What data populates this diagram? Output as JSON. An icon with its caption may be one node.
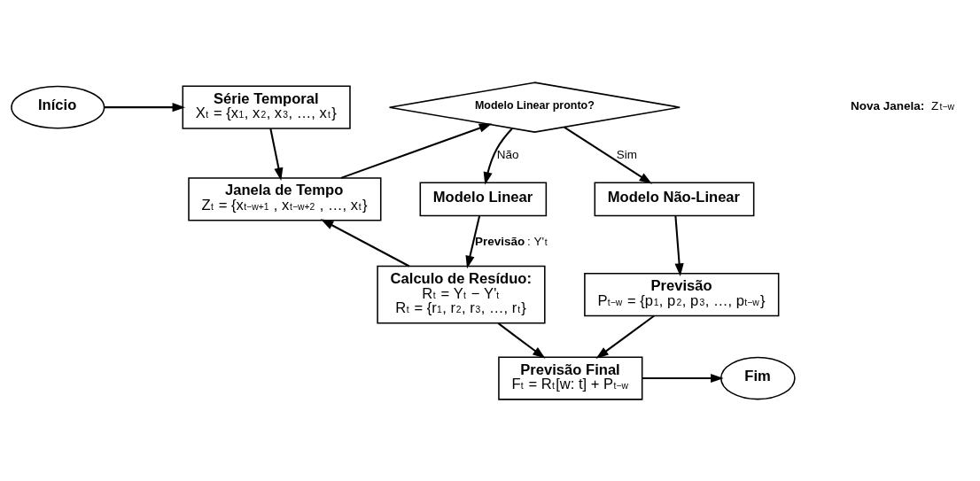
{
  "diagram": {
    "nodes": [
      {
        "text": [
          "Início"
        ]
      },
      {
        "text": [
          "Série Temporal",
          "X$_{t}$ = {x$_{1}$, x$_{2}$, x$_{3}$, …, x$_{t}$}"
        ]
      },
      {
        "text": [
          "Janela de Tempo",
          "Z$_{t}$ = {x$_{t−w+1}$ , x$_{t−w+2}$ , …, x$_{t}$}"
        ]
      },
      {
        "text": [
          "Modelo Linear pronto?"
        ]
      },
      {
        "text": [
          "Modelo Linear"
        ]
      },
      {
        "text": [
          "Modelo Não-Linear"
        ]
      },
      {
        "text": [
          "Calculo de Resíduo:",
          "R$_{t}$ = Y$_{t}$ − Y'$_{t}$",
          "R$_{t}$ = {r$_{1}$, r$_{2}$, r$_{3}$, …, r$_{t}$}"
        ]
      },
      {
        "text": [
          "Previsão",
          "P$_{t−w}$ = {p$_{1}$, p$_{2}$, p$_{3}$, …, p$_{t−w}$}"
        ]
      },
      {
        "text": [
          "Previsão Final",
          "F$_{t}$ = R$_{t}$[w: t] + P$_{t−w}$"
        ]
      },
      {
        "text": [
          "Fim"
        ]
      }
    ],
    "edges": [
      {
        "from": 0,
        "to": 1,
        "arrow": "to"
      },
      {
        "from": 1,
        "to": 2,
        "arrow": "to"
      },
      {
        "from": 2,
        "to": 3,
        "arrow": "to"
      },
      {
        "from": 3,
        "to": 4,
        "arrow": "to",
        "label": "Não"
      },
      {
        "from": 3,
        "to": 5,
        "arrow": "to",
        "label": "Sim"
      },
      {
        "from": 4,
        "to": 6,
        "arrow": "to",
        "label": "**Previsão**: Y'$_{t}$"
      },
      {
        "from": 6,
        "to": 2,
        "arrow": "to"
      },
      {
        "from": 5,
        "to": 7,
        "arrow": "to"
      },
      {
        "from": 6,
        "to": 8,
        "arrow": "to"
      },
      {
        "from": 7,
        "to": 8,
        "arrow": "to"
      },
      {
        "from": 8,
        "to": 9,
        "arrow": "to"
      }
    ],
    "labels": [
      "**Nova Janela:** Z$_{t−w}$"
    ]
  }
}
